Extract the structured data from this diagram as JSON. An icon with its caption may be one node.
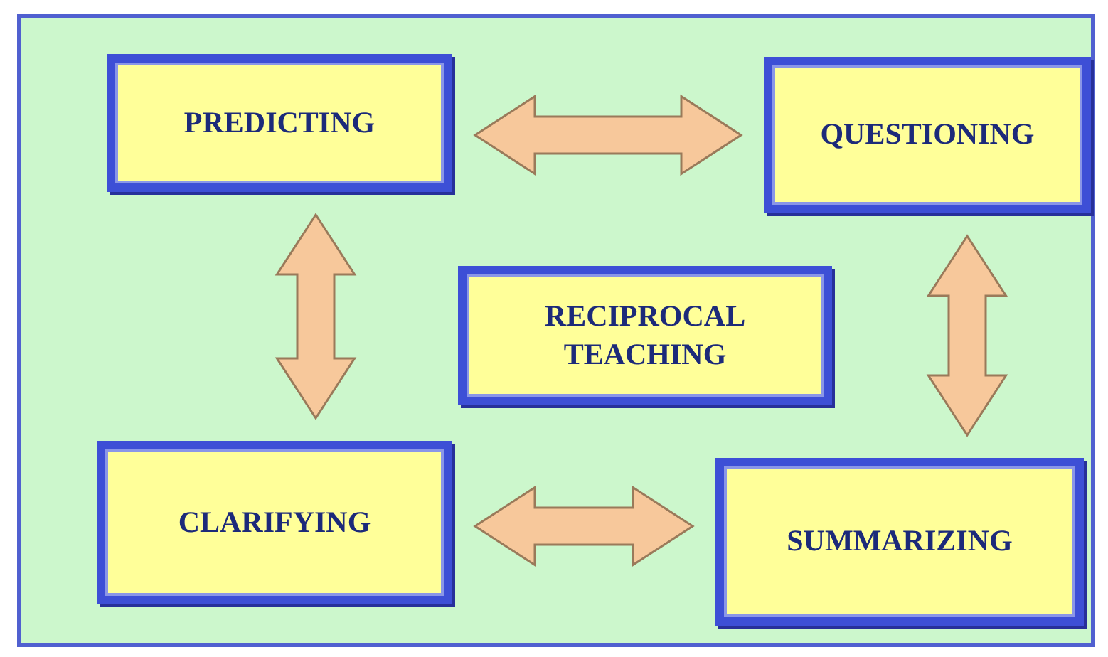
{
  "diagram": {
    "nodes": [
      {
        "text": [
          "PREDICTING"
        ]
      },
      {
        "text": [
          "QUESTIONING"
        ]
      },
      {
        "text": [
          "RECIPROCAL TEACHING"
        ]
      },
      {
        "text": [
          "CLARIFYING"
        ]
      },
      {
        "text": [
          "SUMMARIZING"
        ]
      }
    ],
    "edges": [
      {
        "from": 0,
        "to": 1,
        "arrow": "both"
      },
      {
        "from": 0,
        "to": 3,
        "arrow": "both"
      },
      {
        "from": 1,
        "to": 4,
        "arrow": "both"
      },
      {
        "from": 3,
        "to": 4,
        "arrow": "both"
      }
    ]
  }
}
